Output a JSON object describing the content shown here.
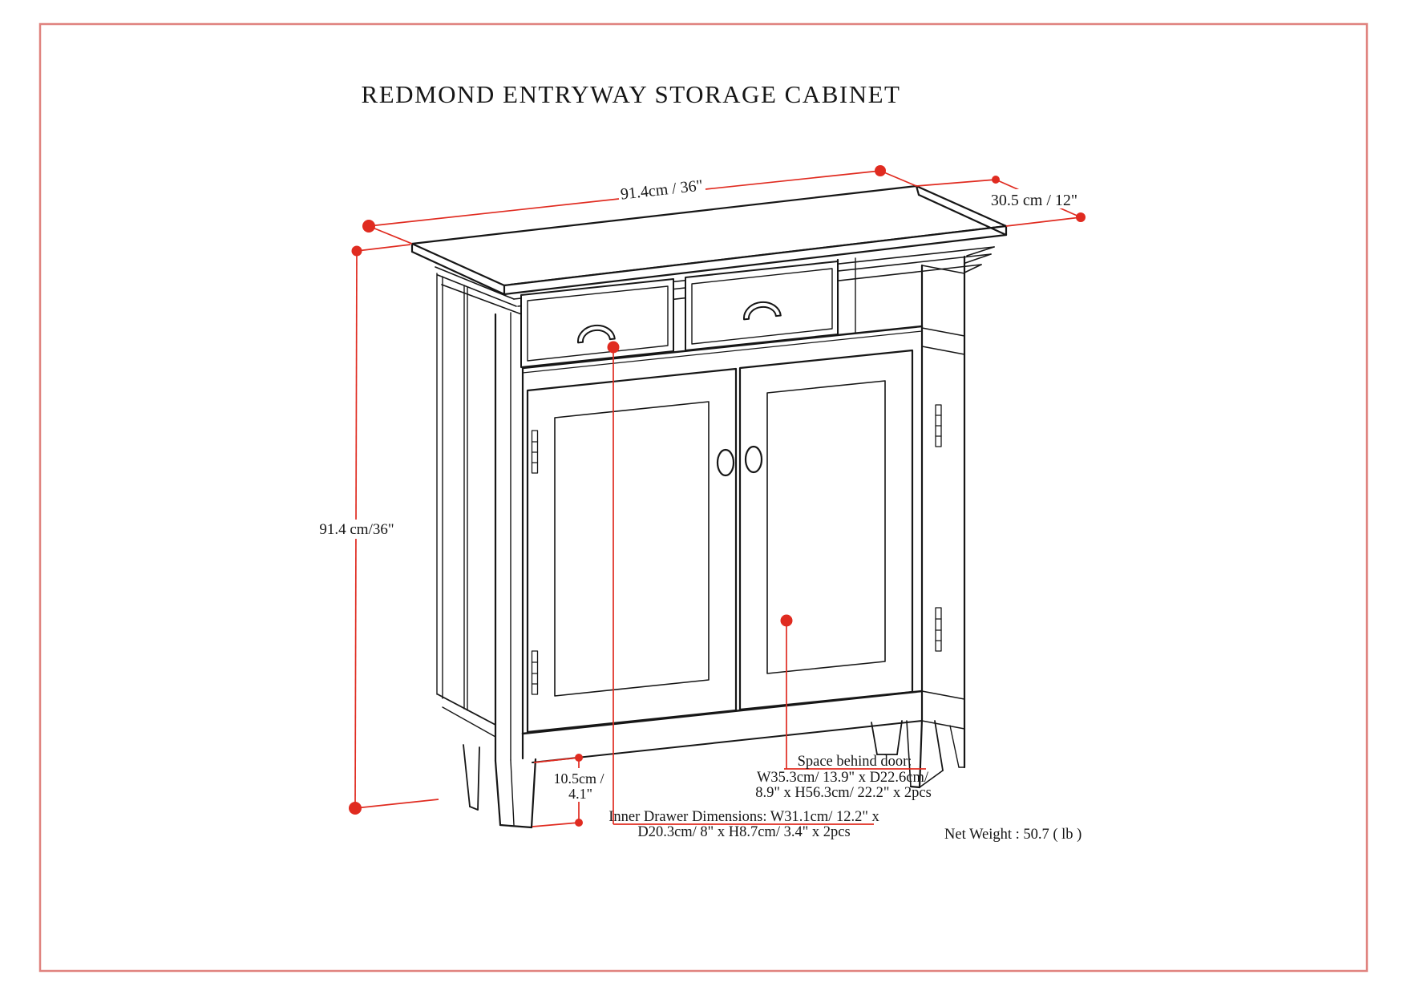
{
  "title": "REDMOND ENTRYWAY STORAGE CABINET",
  "dims": {
    "top_width": "91.4cm / 36\"",
    "top_depth": "30.5 cm / 12\"",
    "side_height": "91.4 cm/36\"",
    "leg_height_l1": "10.5cm /",
    "leg_height_l2": "4.1\"",
    "space_behind_door_l1": "Space behind door:",
    "space_behind_door_l2": "W35.3cm/ 13.9\" x D22.6cm/",
    "space_behind_door_l3": "8.9\" x H56.3cm/ 22.2\" x 2pcs",
    "inner_drawer_l1": "Inner Drawer Dimensions: W31.1cm/ 12.2\" x",
    "inner_drawer_l2": "D20.3cm/ 8\" x H8.7cm/ 3.4\" x 2pcs",
    "net_weight": "Net Weight : 50.7 ( lb )"
  },
  "colors": {
    "annotation_red": "#e02b20",
    "page_border": "#e0827e",
    "ink": "#161616"
  }
}
